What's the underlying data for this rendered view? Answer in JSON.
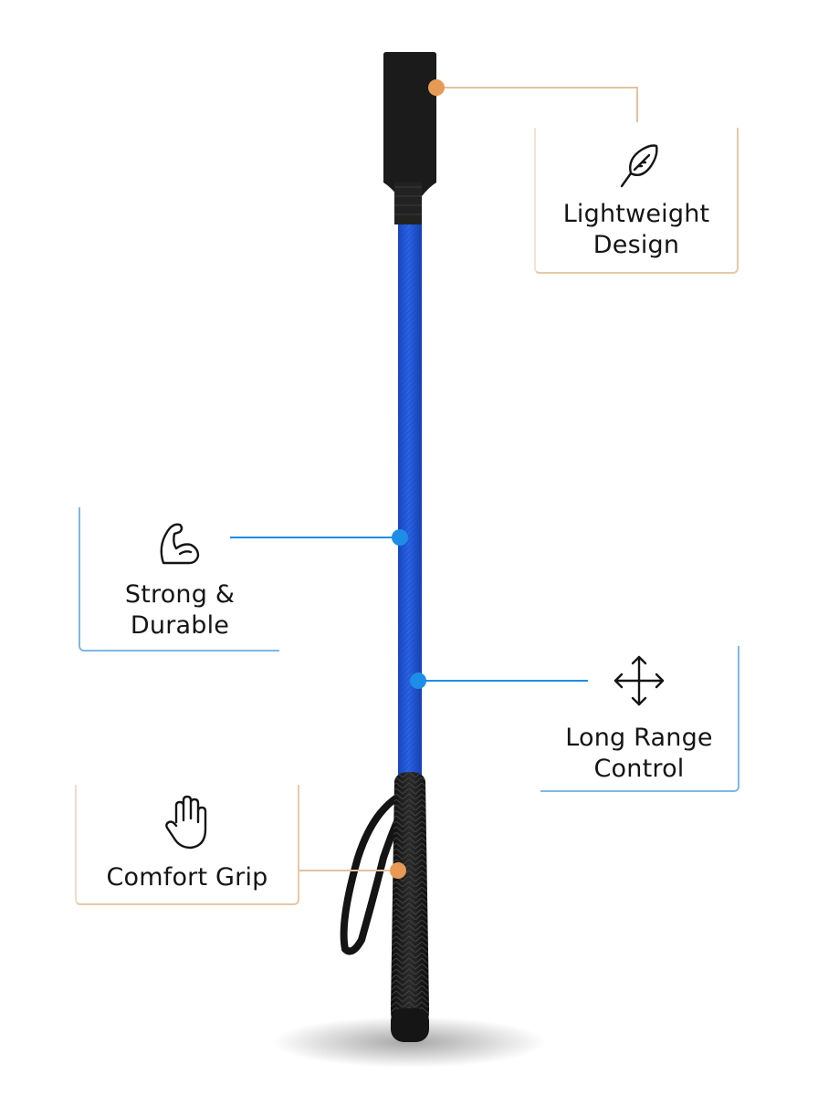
{
  "colors": {
    "accent_orange": "#e89a55",
    "accent_blue": "#1d8de6",
    "shaft_blue": "#1f55d6",
    "leather_black": "#1a1a1a"
  },
  "features": [
    {
      "id": "lightweight",
      "icon": "feather-icon",
      "lines": [
        "Lightweight",
        "Design"
      ],
      "accent": "orange"
    },
    {
      "id": "strong",
      "icon": "flexed-arm-icon",
      "lines": [
        "Strong &",
        "Durable"
      ],
      "accent": "blue"
    },
    {
      "id": "long-range",
      "icon": "move-arrows-icon",
      "lines": [
        "Long Range",
        "Control"
      ],
      "accent": "blue"
    },
    {
      "id": "comfort",
      "icon": "hand-icon",
      "lines": [
        "Comfort Grip"
      ],
      "accent": "orange"
    }
  ],
  "product": {
    "name": "riding-crop"
  }
}
